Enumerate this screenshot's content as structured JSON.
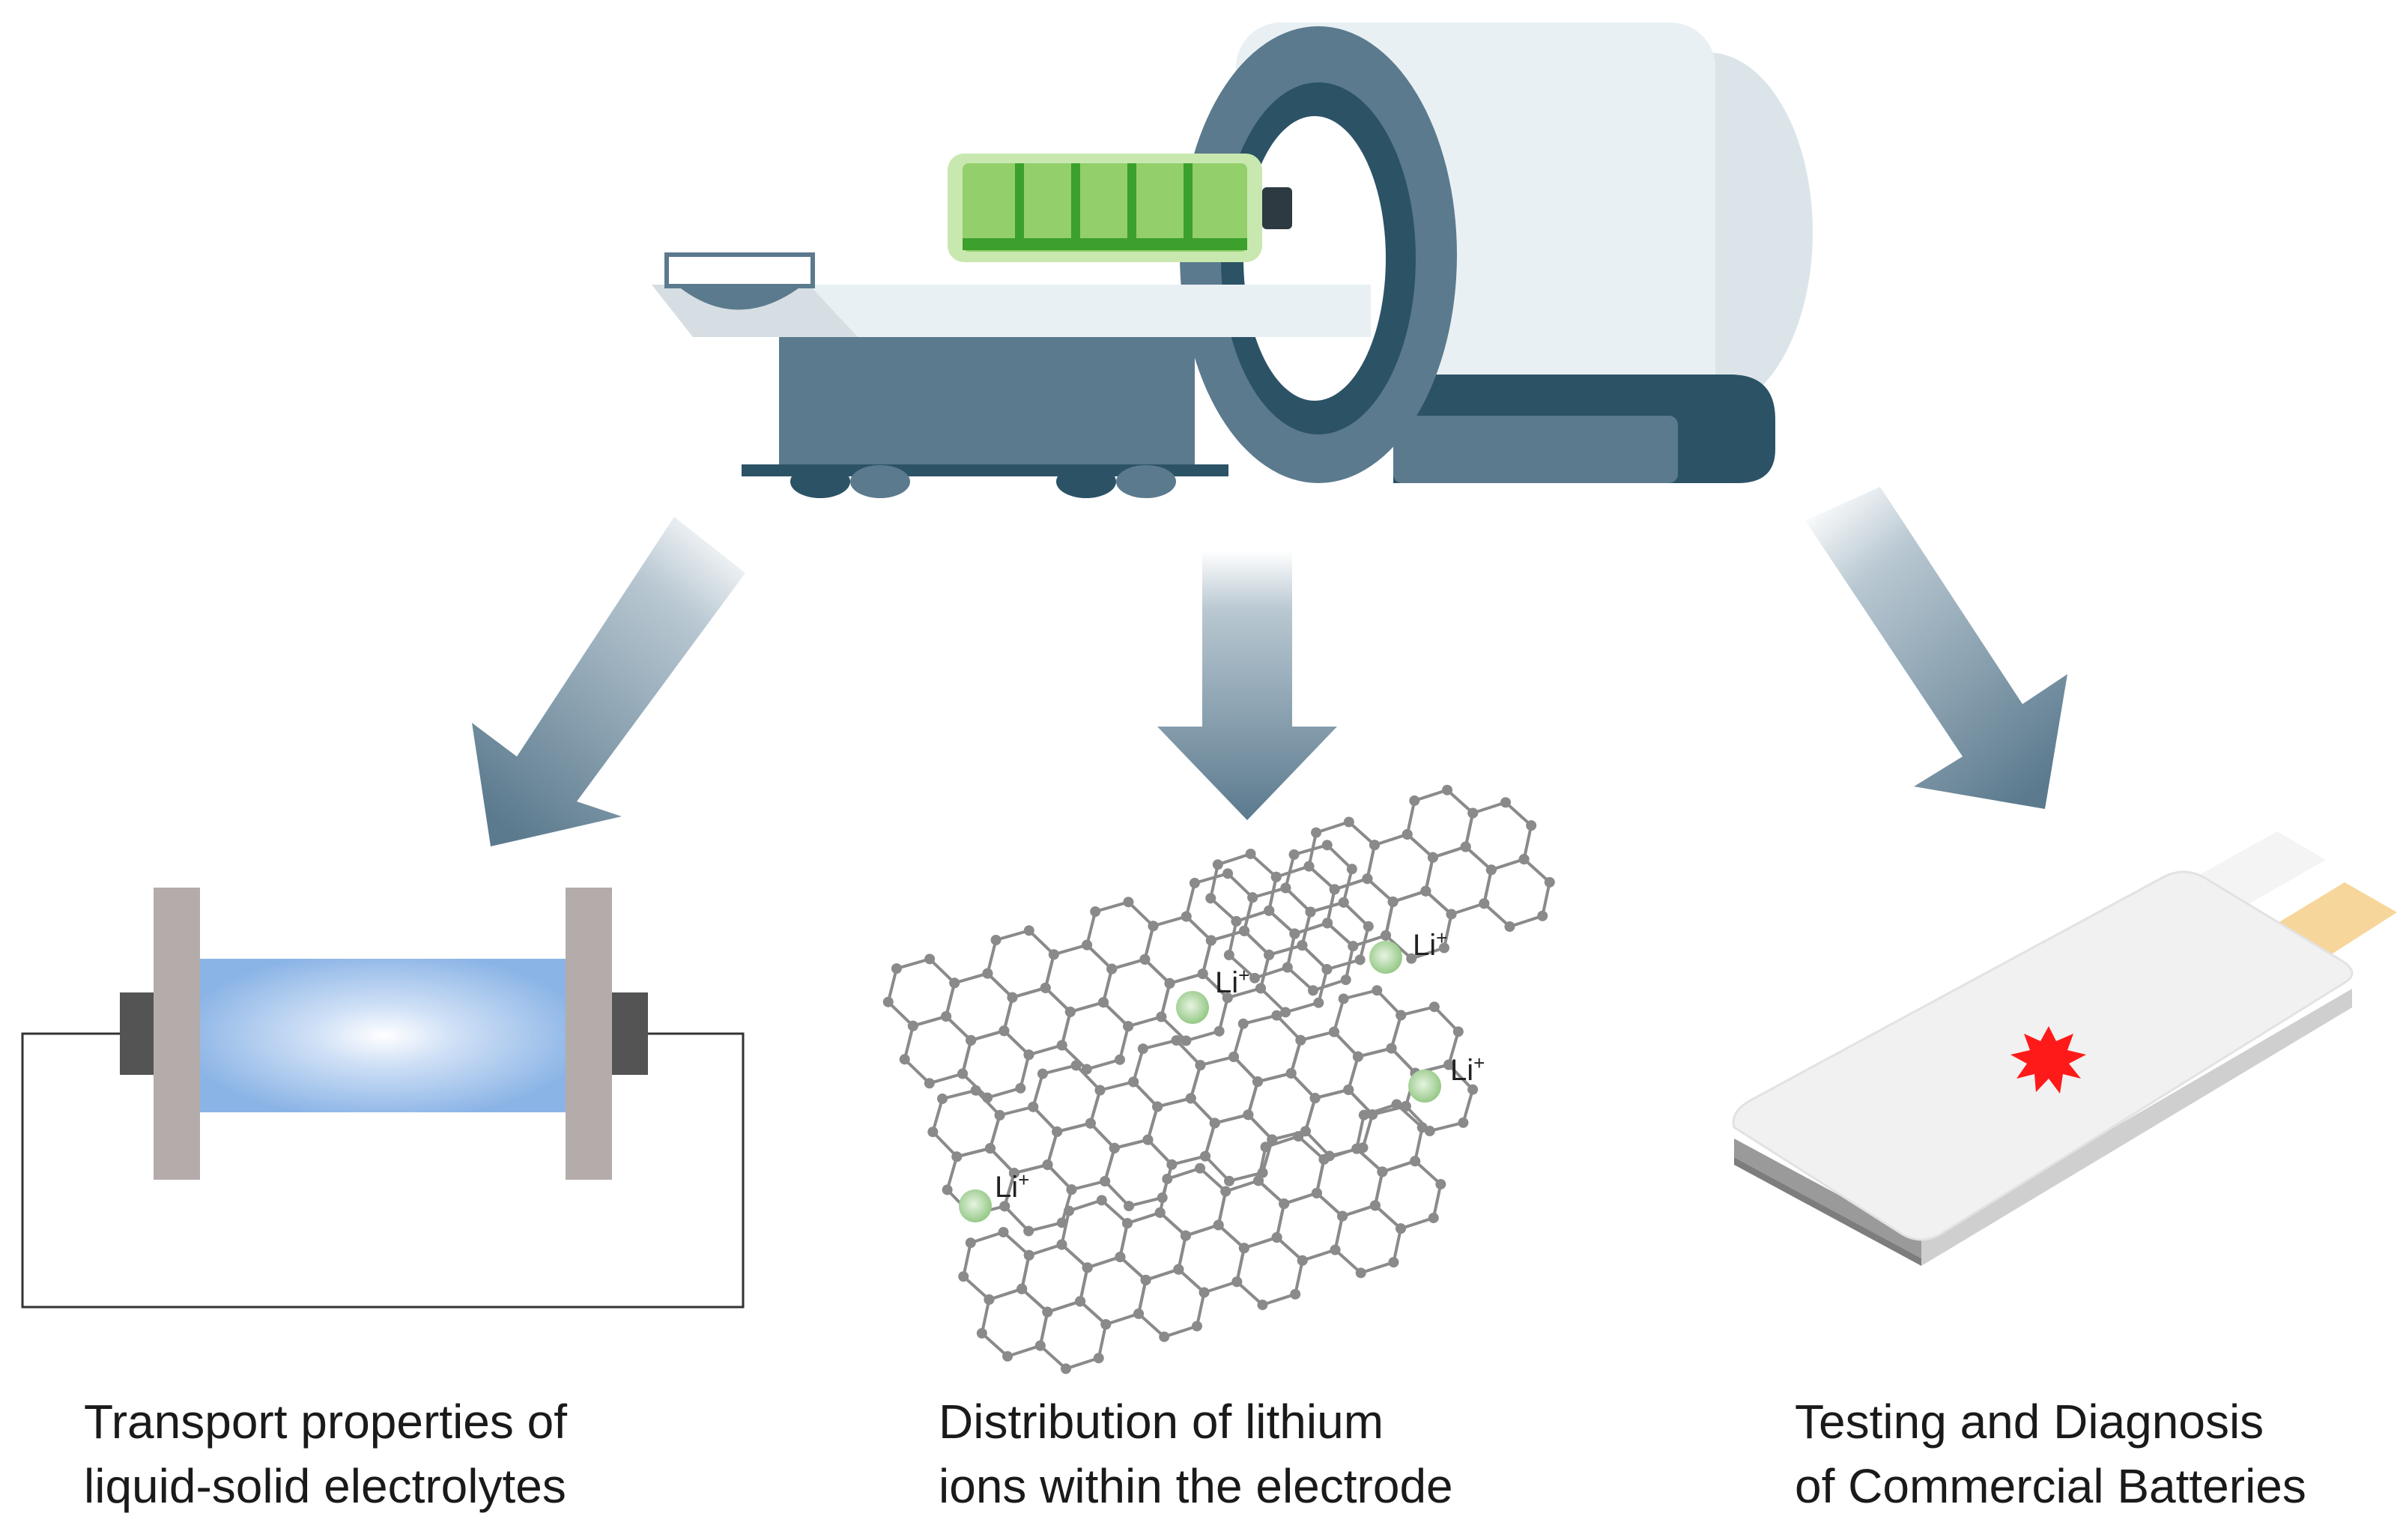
{
  "colors": {
    "slate": "#5b7a8e",
    "slate_dark": "#2c5266",
    "machine_light": "#e9f0f3",
    "machine_shadow": "#dbe5e9",
    "battery_green": "#93cf6a",
    "battery_green_dark": "#3ca02c",
    "electrolyte_blue": "#8bb4e6",
    "plate_gray": "#b3acaa",
    "terminal_dark": "#545454",
    "lattice_gray": "#8a8a8a",
    "ion_green": "#a7d49b",
    "cell_white": "#f4f4f4",
    "tab_tan": "#f6d69a",
    "defect_red": "#ff1a1a"
  },
  "panels": {
    "left": {
      "caption_line1": "Transport properties of",
      "caption_line2": "liquid-solid electrolytes"
    },
    "middle": {
      "caption_line1": "Distribution of lithium",
      "caption_line2": "ions within the electrode",
      "ions": [
        "Li+",
        "Li+",
        "Li+",
        "Li+"
      ]
    },
    "right": {
      "caption_line1": "Testing and Diagnosis",
      "caption_line2": "of Commercial Batteries"
    }
  }
}
